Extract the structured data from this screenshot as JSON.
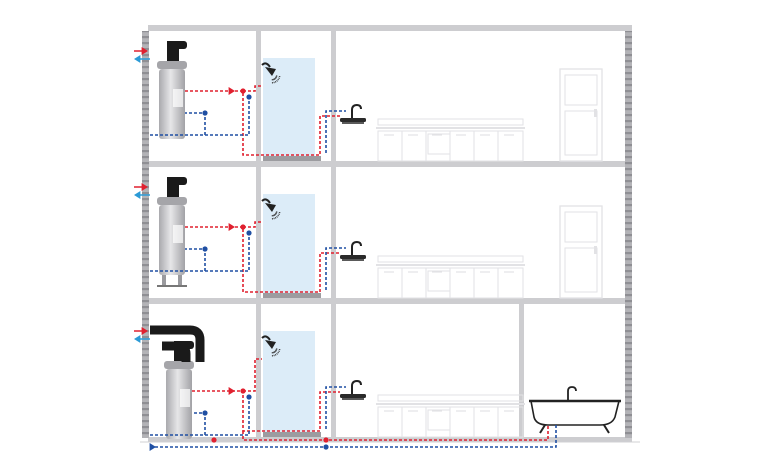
{
  "diagram": {
    "colors": {
      "wall": "#cdcdd0",
      "wall_line": "#d4d4d7",
      "brick": "#9a9a9e",
      "furniture": "#e2e2e5",
      "shower_glass": "#dcecf8",
      "hot_pipe": "#e0202f",
      "cold_pipe": "#1f4fa3",
      "heater_body": "#c9c9cc",
      "heater_dark": "#1a1a1a"
    },
    "floors": [
      {
        "id": "floor-3",
        "level": 3
      },
      {
        "id": "floor-2",
        "level": 2
      },
      {
        "id": "floor-1",
        "level": 1
      }
    ]
  }
}
